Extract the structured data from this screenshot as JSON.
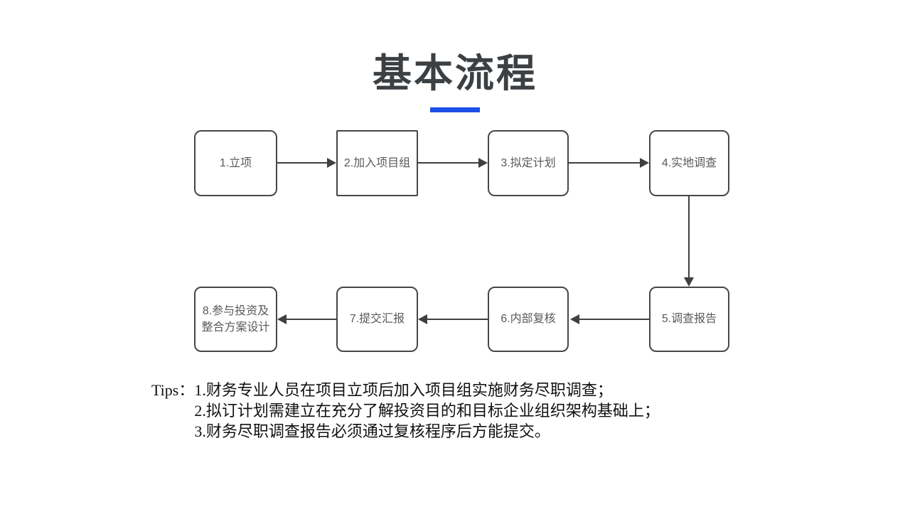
{
  "slide": {
    "title": "基本流程",
    "accent_color": "#1C4FE8"
  },
  "flow": {
    "steps": [
      {
        "label": "1.立项"
      },
      {
        "label": "2.加入项目组"
      },
      {
        "label": "3.拟定计划"
      },
      {
        "label": "4.实地调查"
      },
      {
        "label": "5.调查报告"
      },
      {
        "label": "6.内部复核"
      },
      {
        "label": "7.提交汇报"
      },
      {
        "label": "8.参与投资及整合方案设计"
      }
    ]
  },
  "tips": {
    "label": "Tips：",
    "items": [
      "1.财务专业人员在项目立项后加入项目组实施财务尽职调查；",
      "2.拟订计划需建立在充分了解投资目的和目标企业组织架构基础上；",
      "3.财务尽职调查报告必须通过复核程序后方能提交。"
    ]
  },
  "colors": {
    "title_text": "#3c4043",
    "box_border": "#474747",
    "box_text": "#595959",
    "arrow": "#404040",
    "tips_text": "#111111"
  }
}
